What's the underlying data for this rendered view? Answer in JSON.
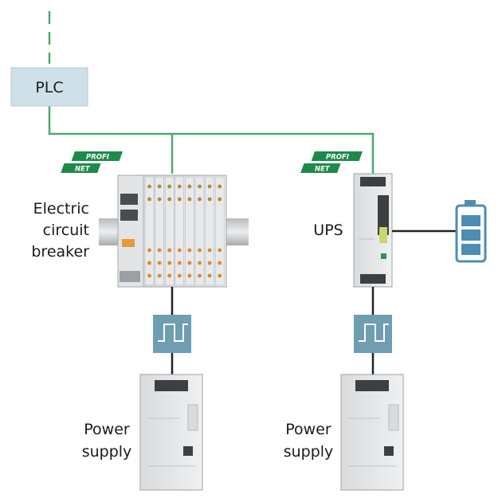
{
  "plc": {
    "label": "PLC"
  },
  "profinet": {
    "line1": "PROFI",
    "line2": "NET"
  },
  "devices": {
    "breaker": {
      "line1": "Electric",
      "line2": "circuit",
      "line3": "breaker"
    },
    "ups": {
      "label": "UPS"
    },
    "power_supply_left": {
      "line1": "Power",
      "line2": "supply"
    },
    "power_supply_right": {
      "line1": "Power",
      "line2": "supply"
    }
  },
  "colors": {
    "network_line": "#4fa872",
    "plc_box": "#cfe0e9",
    "signal_box": "#6f9db1",
    "battery": "#4e8cb4",
    "profinet_green": "#1e8a4a"
  },
  "icons": {
    "signal": "square-wave-icon",
    "battery": "battery-icon"
  }
}
